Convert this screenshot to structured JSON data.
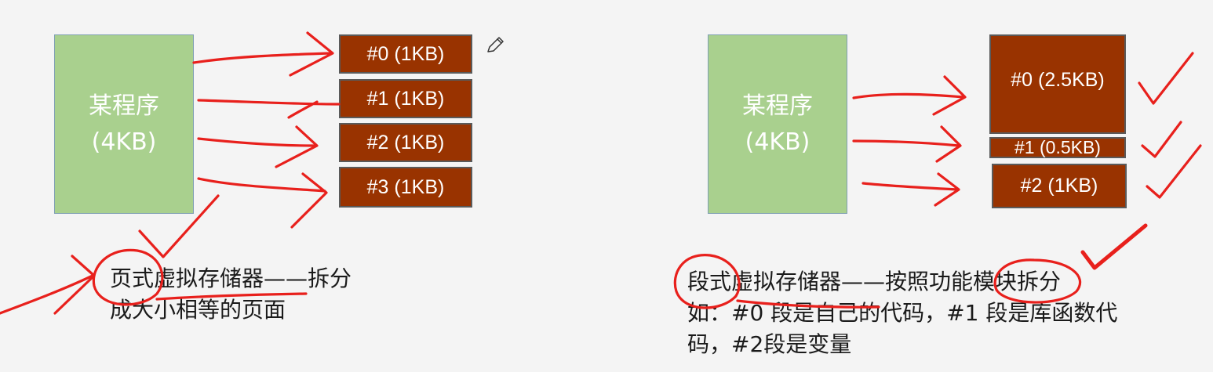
{
  "left": {
    "program_label": "某程序",
    "program_size": "(4KB)",
    "blocks": [
      "#0 (1KB)",
      "#1 (1KB)",
      "#2 (1KB)",
      "#3 (1KB)"
    ],
    "caption_line1": "页式虚拟存储器——拆分",
    "caption_line2": "成大小相等的页面"
  },
  "right": {
    "program_label": "某程序",
    "program_size": "(4KB)",
    "blocks": [
      "#0 (2.5KB)",
      "#1 (0.5KB)",
      "#2 (1KB)"
    ],
    "caption_line1": "段式虚拟存储器——按照功能模块拆分",
    "caption_line2": "如：#0 段是自己的代码，#1 段是库函数代",
    "caption_line3": "码，#2段是变量"
  },
  "colors": {
    "program_fill": "#a9d08e",
    "block_fill": "#993300",
    "annotation_ink": "#e8201c"
  },
  "icons": [
    "pencil-icon"
  ]
}
